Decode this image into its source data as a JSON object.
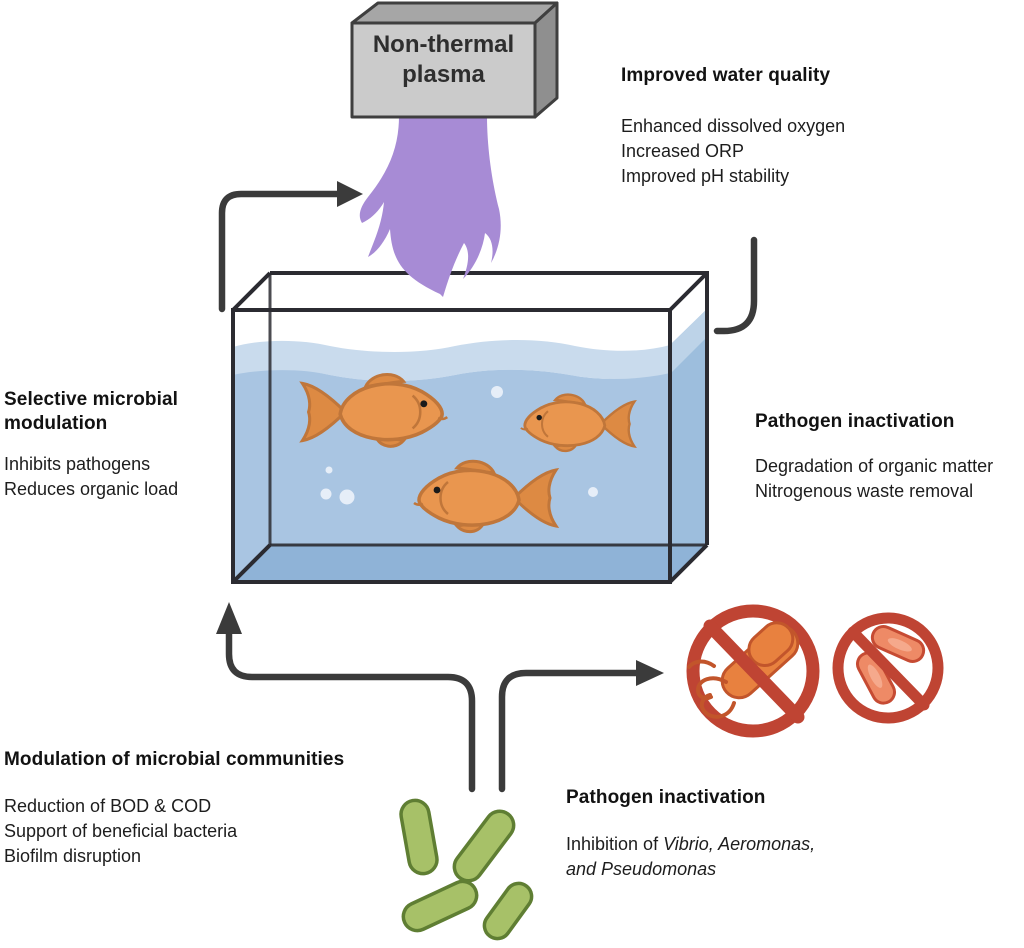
{
  "diagram": {
    "device_label": "Non-thermal plasma",
    "blocks": {
      "water_quality": {
        "title": "Improved water quality",
        "lines": [
          "Enhanced dissolved oxygen",
          "Increased ORP",
          "Improved pH stability"
        ]
      },
      "microbial_modulation": {
        "title": "Selective microbial modulation",
        "lines": [
          "Inhibits pathogens",
          "Reduces organic load"
        ]
      },
      "pathogen_right": {
        "title": "Pathogen inactivation",
        "lines": [
          "Degradation of organic matter",
          "Nitrogenous waste removal"
        ]
      },
      "microbial_communities": {
        "title": "Modulation of microbial communities",
        "lines": [
          "Reduction of BOD & COD",
          "Support of beneficial bacteria",
          "Biofilm disruption"
        ]
      },
      "pathogen_bottom": {
        "title": "Pathogen inactivation",
        "line1_prefix": "Inhibition of ",
        "line1_italic": "Vibrio, Aeromonas,",
        "line2_italic": "and Pseudomonas"
      }
    },
    "icons": [
      "plasma-device-icon",
      "plasma-flame-icon",
      "fish-tank-icon",
      "fish-icon",
      "bubble-icon",
      "no-pathogen-sign-icon",
      "beneficial-bacteria-icon",
      "arrow-icon"
    ],
    "colors": {
      "plasma_purple": "#a78bd5",
      "water_blue": "#a9c5e2",
      "water_light": "#c9dbed",
      "water_floor": "#8fb3d7",
      "fish_orange": "#e9964f",
      "prohibition_red": "#bf4433",
      "pathogen_orange": "#e8813f",
      "bacteria_green": "#a7c168",
      "arrow_dark": "#3b3b3b",
      "device_gray": "#cbcbcb"
    }
  }
}
